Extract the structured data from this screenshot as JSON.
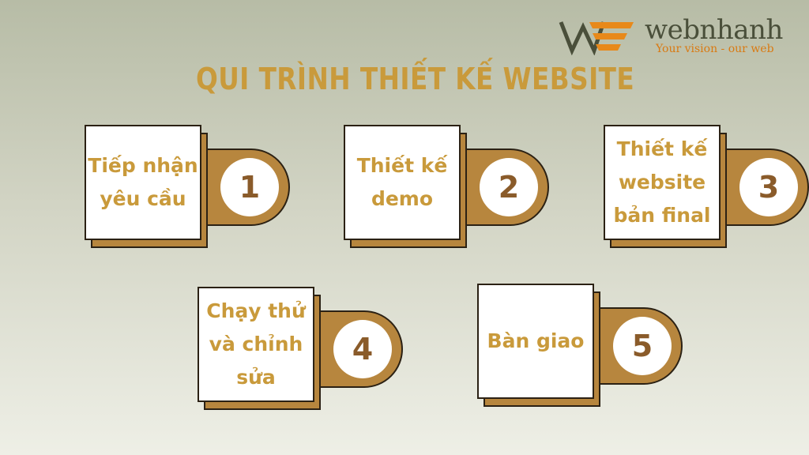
{
  "brand": {
    "name": "webnhanh",
    "tagline": "Your vision - our web"
  },
  "title": "QUI TRÌNH THIẾT KẾ WEBSITE",
  "steps": [
    {
      "number": "1",
      "label": "Tiếp nhận\nyêu cầu"
    },
    {
      "number": "2",
      "label": "Thiết kế\ndemo"
    },
    {
      "number": "3",
      "label": "Thiết kế\nwebsite\nbản final"
    },
    {
      "number": "4",
      "label": "Chạy thử\nvà chỉnh\nsửa"
    },
    {
      "number": "5",
      "label": "Bàn giao"
    }
  ]
}
